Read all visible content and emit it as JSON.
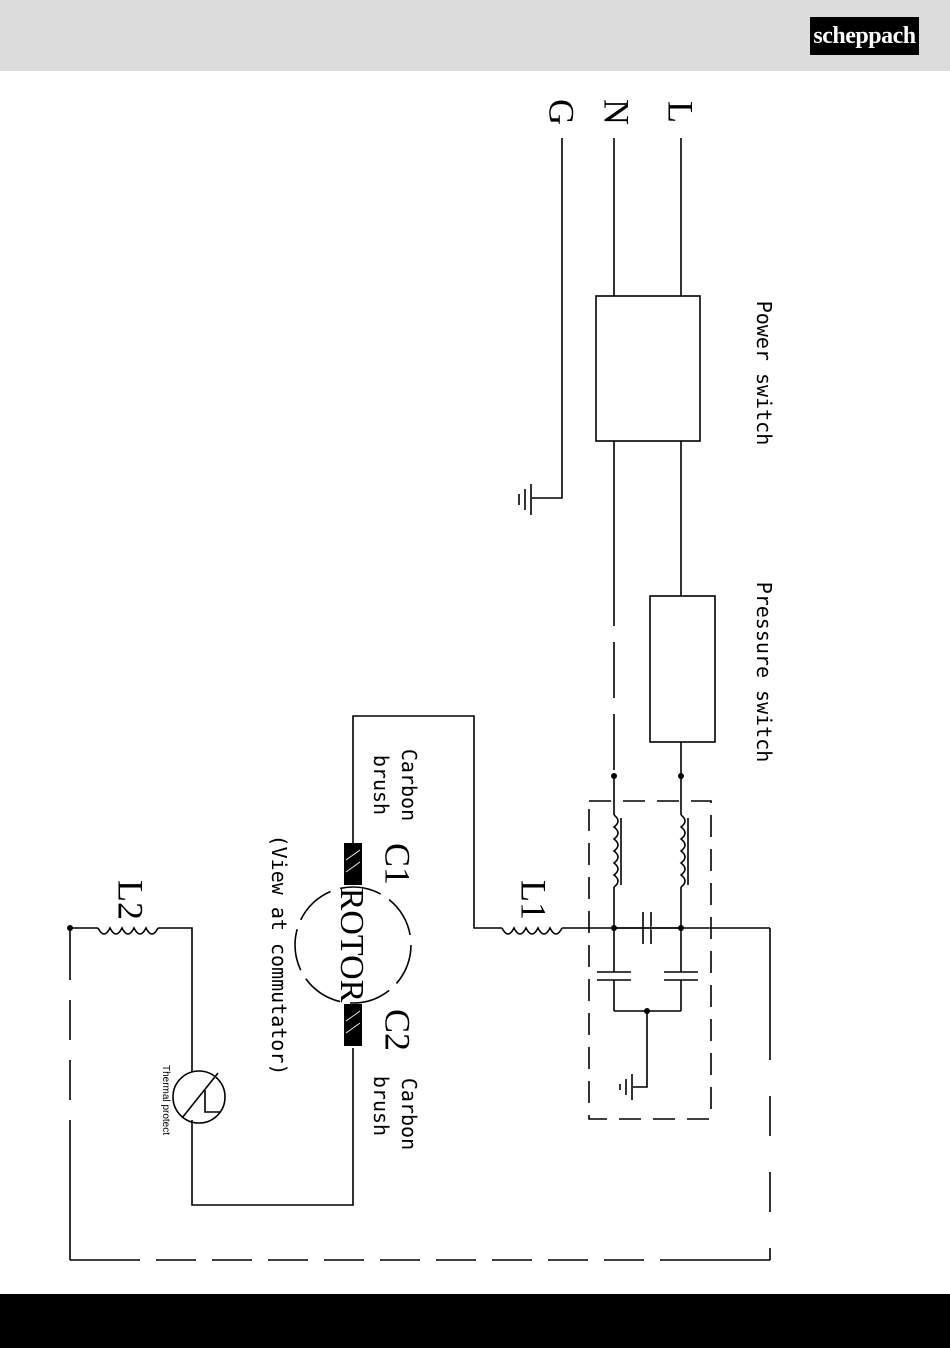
{
  "header": {
    "brand": "scheppach"
  },
  "diagram": {
    "terminals": {
      "l": "L",
      "n": "N",
      "g": "G"
    },
    "power_switch": "Power switch",
    "pressure_switch": "Pressure switch",
    "l1": "L1",
    "l2": "L2",
    "c1": "C1",
    "c2": "C2",
    "rotor": "ROTOR",
    "carbon_brush_c1": [
      "Carbon",
      "brush"
    ],
    "carbon_brush_c2": [
      "Carbon",
      "brush"
    ],
    "view_note": "(View at commutator)",
    "thermal": "Thermal protect"
  }
}
